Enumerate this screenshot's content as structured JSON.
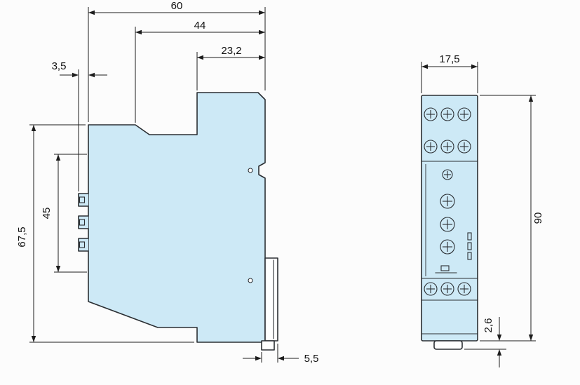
{
  "canvas": {
    "background": "#fcfcfc"
  },
  "diagram": {
    "body_fill": "#cde9f6",
    "line_color": "#2b2f33",
    "dim_color": "#1c1c1c",
    "side_view": {
      "dims": {
        "total_width": "60",
        "upper_width": "44",
        "front_width": "23,2",
        "rear_offset": "3,5",
        "total_height": "67,5",
        "terminal_height": "45",
        "clip_depth": "5,5"
      }
    },
    "front_view": {
      "dims": {
        "width": "17,5",
        "height": "90",
        "foot_height": "2,6"
      }
    }
  }
}
